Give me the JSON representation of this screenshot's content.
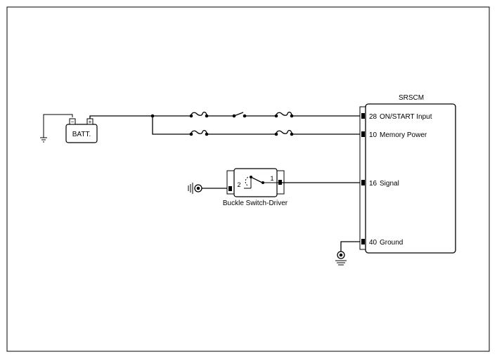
{
  "battery": {
    "label": "BATT.",
    "neg_symbol": "−",
    "pos_symbol": "+"
  },
  "module": {
    "name": "SRSCM"
  },
  "pins": [
    {
      "number": "28",
      "name": "ON/START Input"
    },
    {
      "number": "10",
      "name": "Memory Power"
    },
    {
      "number": "16",
      "name": "Signal"
    },
    {
      "number": "40",
      "name": "Ground"
    }
  ],
  "buckle_switch": {
    "label": "Buckle Switch-Driver",
    "pin_left": "2",
    "pin_right": "1"
  }
}
